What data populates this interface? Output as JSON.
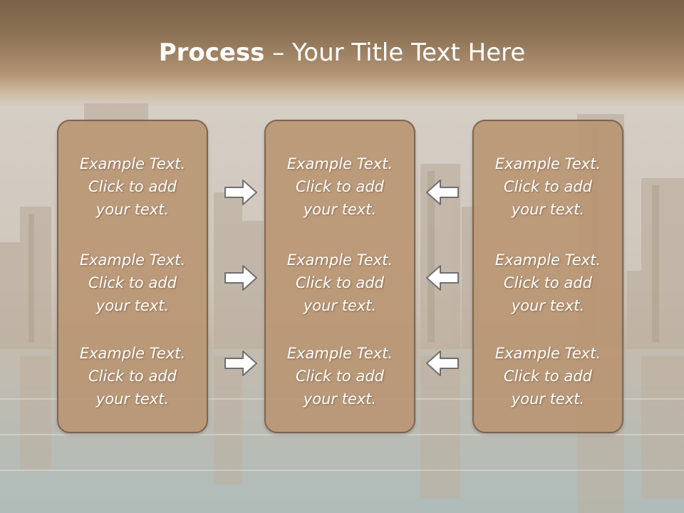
{
  "slide": {
    "title_bold": "Process",
    "title_rest": " – Your Title Text Here",
    "columns": [
      {
        "items": [
          {
            "line1": "Example Text.",
            "line2": "Click  to add",
            "line3": "your text."
          },
          {
            "line1": "Example Text.",
            "line2": "Click  to add",
            "line3": "your text."
          },
          {
            "line1": "Example Text.",
            "line2": "Click  to add",
            "line3": "your text."
          }
        ]
      },
      {
        "items": [
          {
            "line1": "Example Text.",
            "line2": "Click  to add",
            "line3": "your text."
          },
          {
            "line1": "Example Text.",
            "line2": "Click  to add",
            "line3": "your text."
          },
          {
            "line1": "Example Text.",
            "line2": "Click  to add",
            "line3": "your text."
          }
        ]
      },
      {
        "items": [
          {
            "line1": "Example Text.",
            "line2": "Click  to add",
            "line3": "your text."
          },
          {
            "line1": "Example Text.",
            "line2": "Click  to add",
            "line3": "your text."
          },
          {
            "line1": "Example Text.",
            "line2": "Click  to add",
            "line3": "your text."
          }
        ]
      }
    ],
    "arrows": {
      "left_side": [
        "arrow-right-icon",
        "arrow-right-icon",
        "arrow-right-icon"
      ],
      "right_side": [
        "arrow-left-icon",
        "arrow-left-icon",
        "arrow-left-icon"
      ]
    },
    "colors": {
      "header": "#8e7356",
      "box_fill": "#b89471",
      "box_border": "#7d6450",
      "text": "#ffffff"
    },
    "background": "city-skyline-reflection-image"
  }
}
